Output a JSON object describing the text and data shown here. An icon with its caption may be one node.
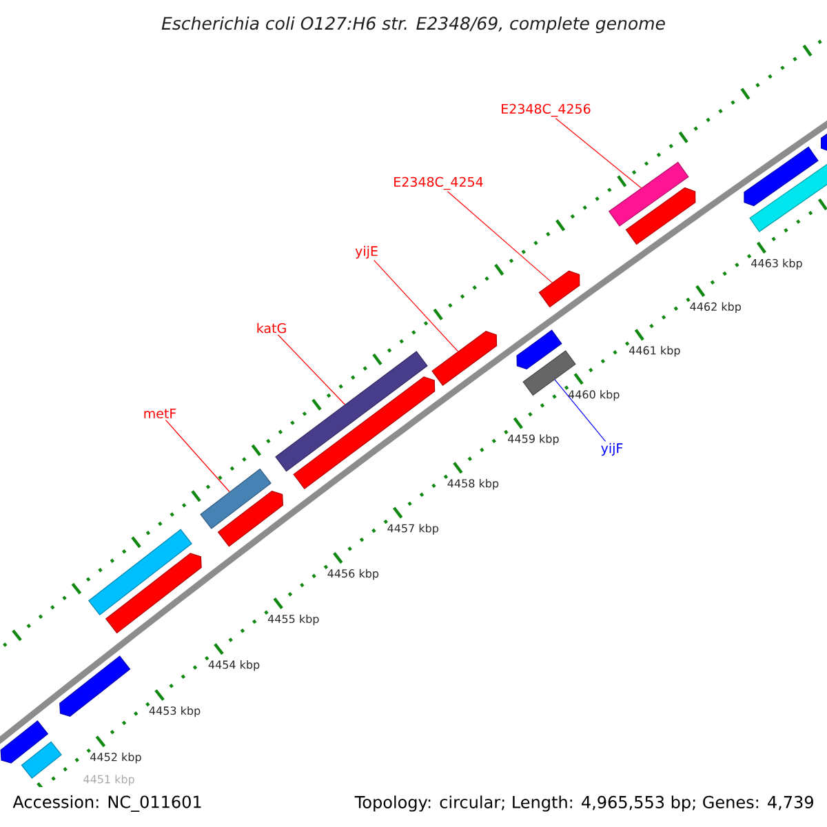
{
  "diagram": {
    "title": "Escherichia coli O127:H6 str. E2348/69, complete genome",
    "nodes": [
      {
        "text": [
          "metF"
        ]
      },
      {
        "text": [
          "katG"
        ]
      },
      {
        "text": [
          "yijE"
        ]
      },
      {
        "text": [
          "E2348C_4254"
        ]
      },
      {
        "text": [
          "E2348C_4256"
        ]
      },
      {
        "text": [
          "yijF"
        ]
      },
      {
        "text": [],
        "shape": "bar"
      },
      {
        "text": [],
        "shape": "bar"
      },
      {
        "text": [],
        "shape": "bar"
      },
      {
        "text": [],
        "shape": "bar"
      },
      {
        "text": [],
        "shape": "bar"
      },
      {
        "text": [],
        "shape": "bar"
      },
      {
        "text": [],
        "shape": "bar"
      },
      {
        "text": [],
        "shape": "bar"
      },
      {
        "text": [],
        "shape": "bar"
      },
      {
        "text": [],
        "shape": "bar"
      },
      {
        "text": [],
        "shape": "bar"
      },
      {
        "text": [],
        "shape": "bar"
      },
      {
        "text": [],
        "shape": "bar"
      },
      {
        "text": [],
        "shape": "bar"
      },
      {
        "text": [],
        "shape": "bar"
      },
      {
        "text": [],
        "shape": "bar"
      },
      {
        "text": [],
        "shape": "bar"
      },
      {
        "text": [],
        "shape": "bar"
      }
    ],
    "edges": [
      {
        "from": 0,
        "to": 6,
        "arrow": "none"
      },
      {
        "from": 1,
        "to": 7,
        "arrow": "none"
      },
      {
        "from": 2,
        "to": 8,
        "arrow": "none"
      },
      {
        "from": 3,
        "to": 9,
        "arrow": "none"
      },
      {
        "from": 4,
        "to": 10,
        "arrow": "none"
      },
      {
        "from": 5,
        "to": 11,
        "arrow": "none",
        "color": "#0000ff"
      }
    ],
    "labels": [
      "4463 kbp",
      "4462 kbp",
      "4461 kbp",
      "4460 kbp",
      "4459 kbp",
      "4458 kbp",
      "4457 kbp",
      "4456 kbp",
      "4455 kbp",
      "4454 kbp",
      "4453 kbp",
      "4452 kbp",
      "4451 kbp",
      "Accession: NC_011601",
      "Topology: circular; Length: 4,965,553 bp; Genes: 4,739"
    ]
  }
}
